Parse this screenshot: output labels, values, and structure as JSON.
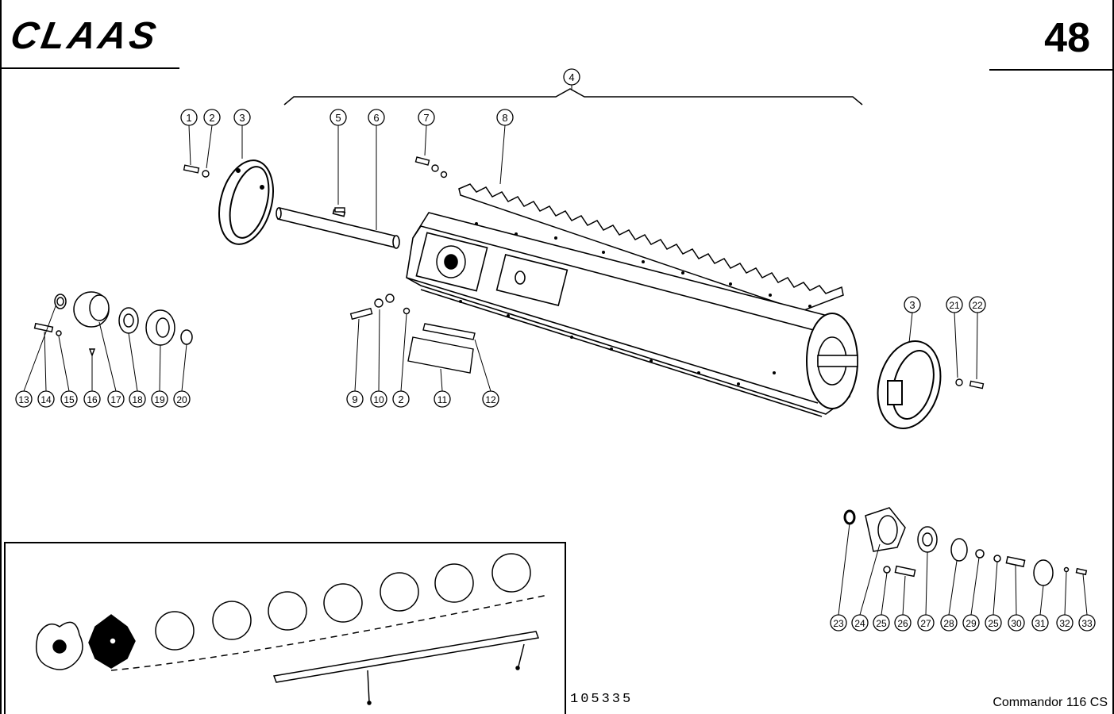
{
  "header": {
    "brand": "CLAAS",
    "page_number": "48"
  },
  "footer": {
    "drawing_number": "105335",
    "model": "Commandor 116 CS"
  },
  "callouts": [
    "1",
    "2",
    "3",
    "4",
    "5",
    "6",
    "7",
    "8",
    "3",
    "21",
    "22",
    "9",
    "10",
    "2",
    "11",
    "12",
    "13",
    "14",
    "15",
    "16",
    "17",
    "18",
    "19",
    "20",
    "23",
    "24",
    "25",
    "26",
    "27",
    "28",
    "29",
    "25",
    "30",
    "31",
    "32",
    "33"
  ]
}
